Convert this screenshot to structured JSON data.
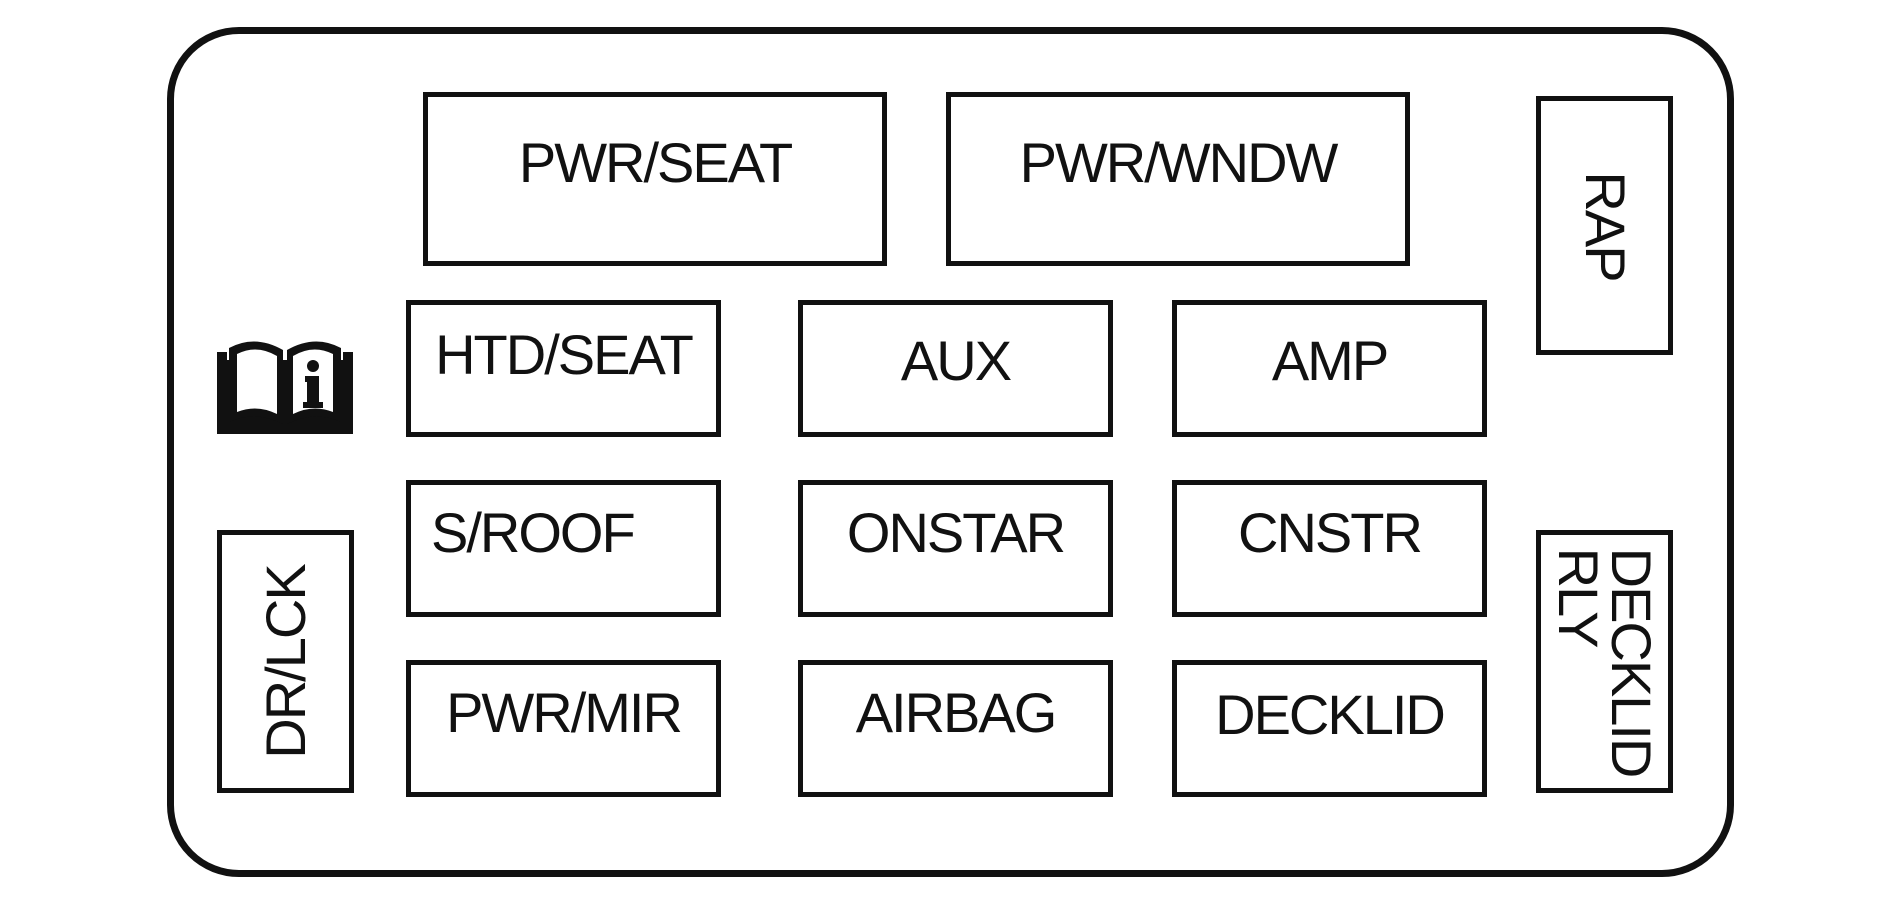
{
  "fuses": {
    "pwr_seat": "PWR/SEAT",
    "pwr_wndw": "PWR/WNDW",
    "rap": "RAP",
    "htd_seat": "HTD/SEAT",
    "aux": "AUX",
    "amp": "AMP",
    "s_roof": "S/ROOF",
    "onstar": "ONSTAR",
    "cnstr": "CNSTR",
    "pwr_mir": "PWR/MIR",
    "airbag": "AIRBAG",
    "decklid": "DECKLID",
    "dr_lck": "DR/LCK",
    "decklid_rly_line1": "DECKLID",
    "decklid_rly_line2": "RLY"
  },
  "icons": {
    "manual": "owners-manual-icon"
  },
  "colors": {
    "line": "#111111",
    "background": "#ffffff"
  }
}
